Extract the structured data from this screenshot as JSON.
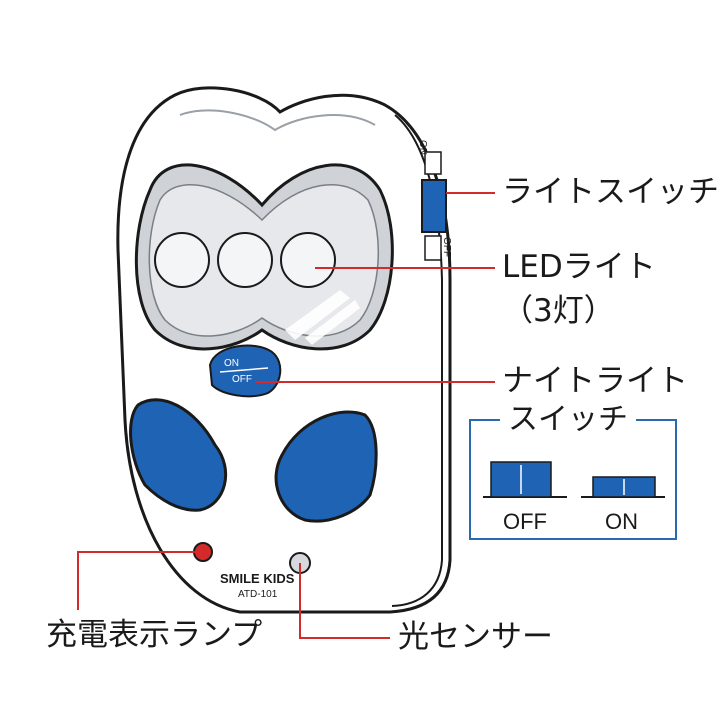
{
  "labels": {
    "light_switch": "ライトスイッチ",
    "led_light_line1": "LEDライト",
    "led_light_line2": "（3灯）",
    "night_light_line1": "ナイトライト",
    "charge_lamp": "充電表示ランプ",
    "light_sensor": "光センサー"
  },
  "legend": {
    "title": "スイッチ",
    "off": "OFF",
    "on": "ON"
  },
  "device": {
    "brand": "SMILE KIDS",
    "model": "ATD-101",
    "slide_on": "ON",
    "slide_off": "OFF",
    "button_on": "ON",
    "button_off": "OFF"
  },
  "colors": {
    "accent_blue": "#1f63b4",
    "leader_red": "#d42a2a",
    "outline": "#1a1a1a"
  }
}
